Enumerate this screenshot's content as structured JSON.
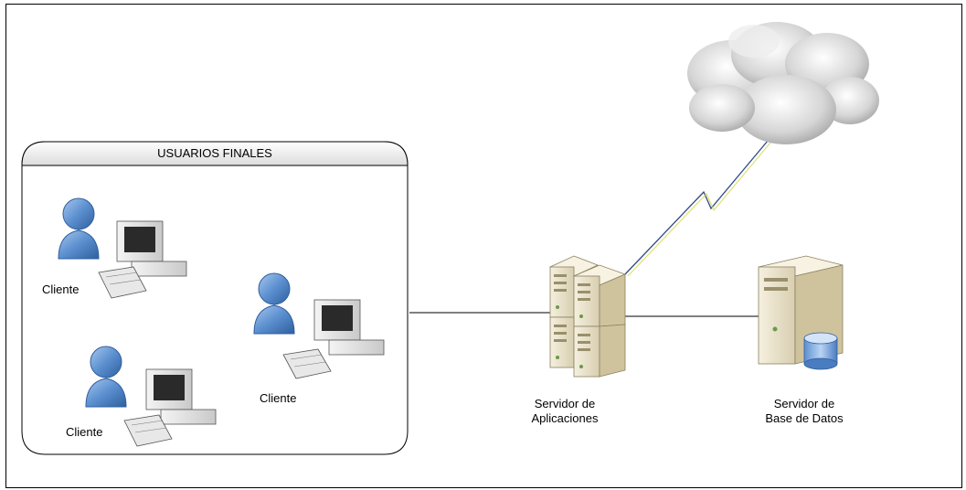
{
  "group": {
    "title": "USUARIOS FINALES"
  },
  "clients": [
    {
      "label": "Cliente"
    },
    {
      "label": "Cliente"
    },
    {
      "label": "Cliente"
    }
  ],
  "app_server": {
    "label_line1": "Servidor de",
    "label_line2": "Aplicaciones"
  },
  "db_server": {
    "label_line1": "Servidor de",
    "label_line2": "Base de Datos"
  },
  "icons": [
    "user-icon",
    "computer-icon",
    "server-rack-icon",
    "database-server-icon",
    "cloud-icon",
    "lightning-link-icon"
  ],
  "colors": {
    "user_blue": "#4f86c6",
    "server_beige": "#e8e0c8",
    "cloud_gray": "#c8c8c8",
    "group_header": "#e6e6e6"
  }
}
